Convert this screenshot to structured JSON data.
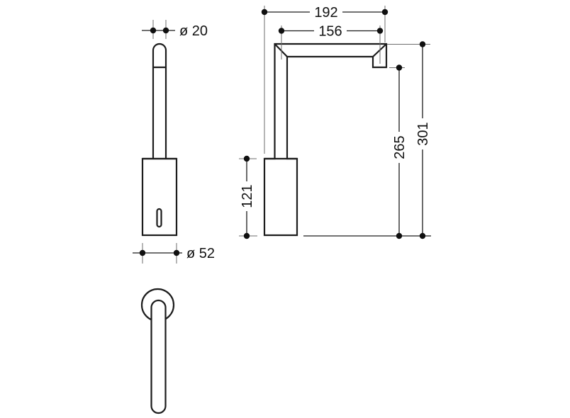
{
  "colors": {
    "background": "#ffffff",
    "outline": "#1c1c1c",
    "dimension_line": "#1c1c1c",
    "extension_line": "#6e6e6e",
    "text": "#111111"
  },
  "drawing": {
    "dimensions": {
      "spout_tube_diameter": {
        "label": "ø 20",
        "value": 20
      },
      "base_diameter": {
        "label": "ø 52",
        "value": 52
      },
      "overall_reach": {
        "label": "192",
        "value": 192
      },
      "outlet_reach": {
        "label": "156",
        "value": 156
      },
      "base_height": {
        "label": "121",
        "value": 121
      },
      "outlet_height": {
        "label": "265",
        "value": 265
      },
      "overall_height": {
        "label": "301",
        "value": 301
      }
    }
  }
}
